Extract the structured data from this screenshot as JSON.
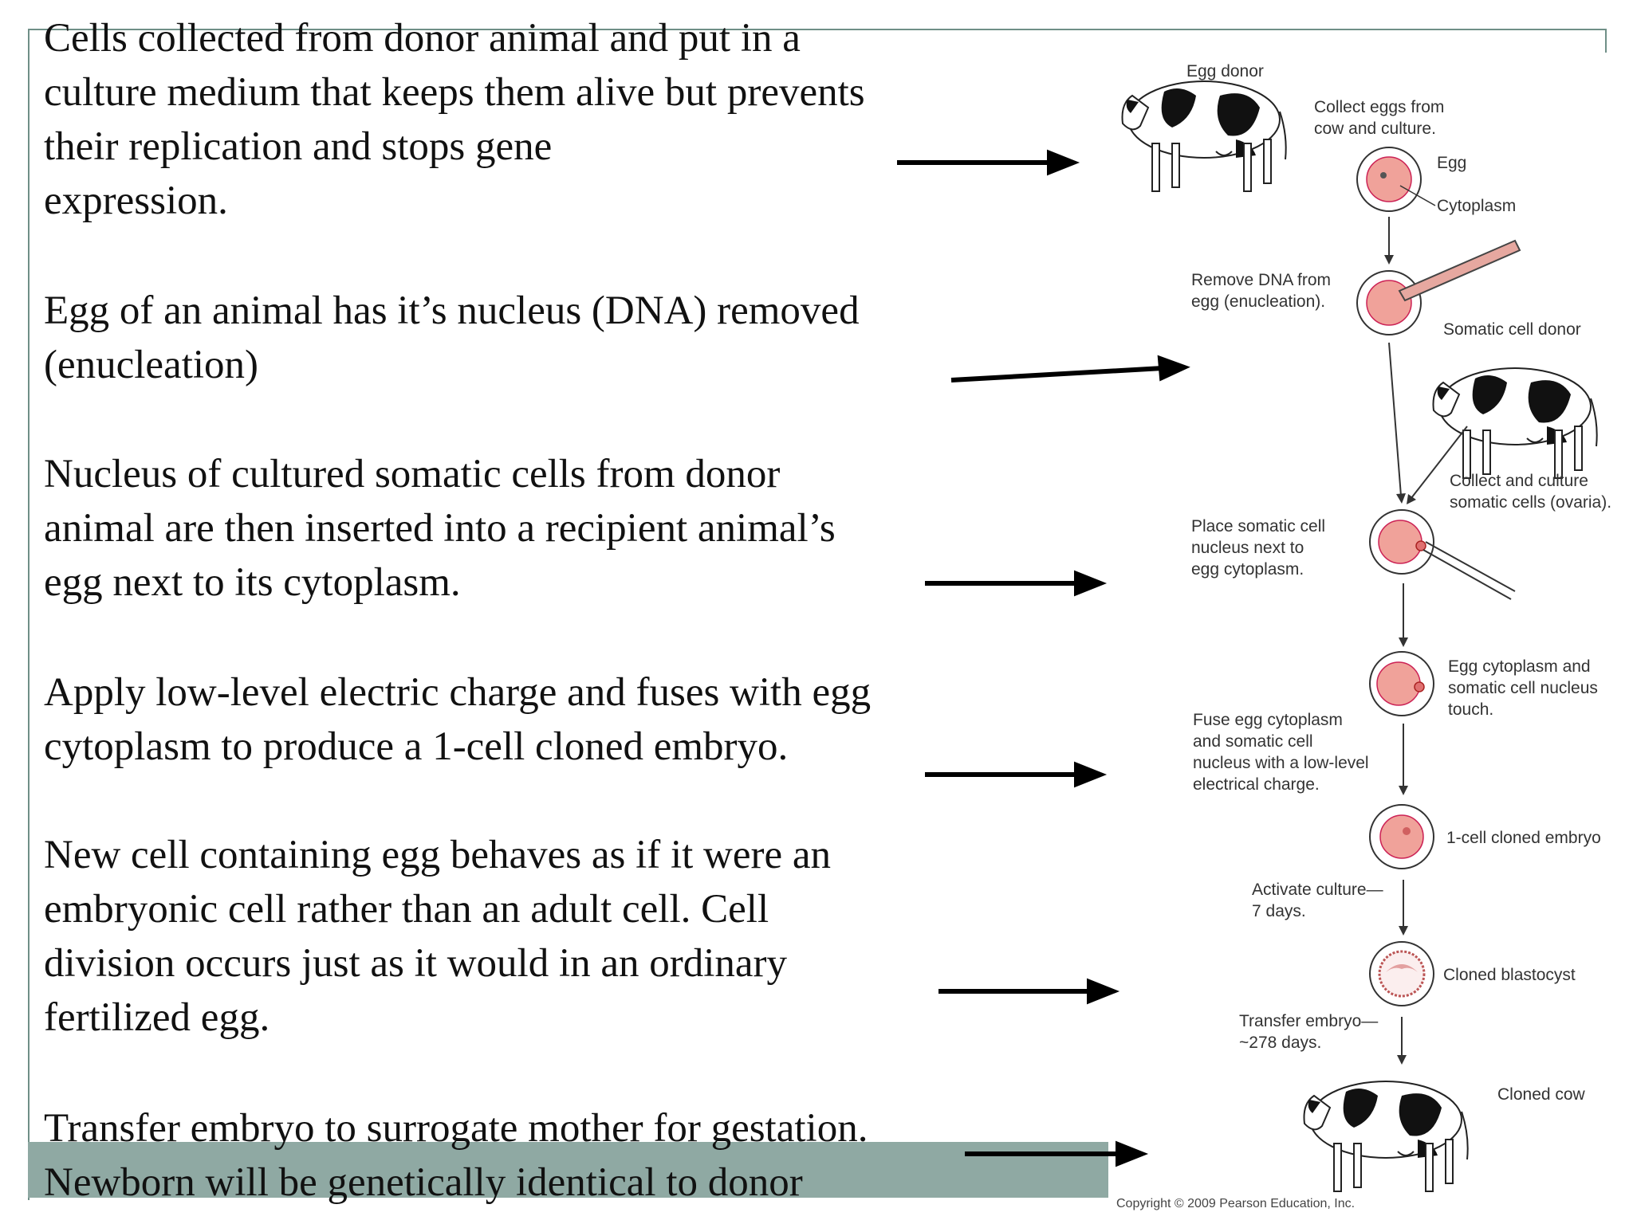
{
  "steps": [
    {
      "lines": [
        "Cells collected from donor animal and put in a",
        "culture medium that keeps them alive but prevents",
        "their replication and stops gene",
        "expression."
      ]
    },
    {
      "lines": [
        "Egg of an animal has it’s nucleus (DNA) removed",
        "(enucleation)"
      ]
    },
    {
      "lines": [
        "Nucleus of cultured somatic cells from donor",
        "animal are then inserted into a recipient animal’s",
        "egg next to its cytoplasm."
      ]
    },
    {
      "lines": [
        "Apply low-level electric charge and fuses with egg",
        "cytoplasm to produce a 1-cell cloned embryo."
      ]
    },
    {
      "lines": [
        "New cell containing egg behaves as if it were an",
        "embryonic cell rather than an adult cell. Cell",
        "division occurs just as it would in an ordinary",
        "fertilized egg."
      ]
    },
    {
      "lines": [
        "Transfer embryo to surrogate mother for gestation.",
        "Newborn will be genetically identical to donor"
      ]
    }
  ],
  "diagram": {
    "egg_donor": "Egg donor",
    "collect_eggs": [
      "Collect eggs from",
      "cow and culture."
    ],
    "egg": "Egg",
    "cytoplasm": "Cytoplasm",
    "remove_dna": [
      "Remove DNA from",
      "egg (enucleation)."
    ],
    "somatic_donor": "Somatic cell donor",
    "collect_somatic": [
      "Collect and culture",
      "somatic cells (ovaria)."
    ],
    "place_nucleus": [
      "Place somatic cell",
      "nucleus next to",
      "egg cytoplasm."
    ],
    "touch": [
      "Egg cytoplasm and",
      "somatic cell nucleus",
      "touch."
    ],
    "fuse": [
      "Fuse egg cytoplasm",
      "and somatic cell",
      "nucleus with a low-level",
      "electrical charge."
    ],
    "one_cell": "1-cell cloned embryo",
    "activate": [
      "Activate culture—",
      "7 days."
    ],
    "blastocyst": "Cloned blastocyst",
    "transfer": [
      "Transfer embryo—",
      "~278 days."
    ],
    "cloned_cow": "Cloned cow",
    "copyright": "Copyright © 2009 Pearson Education, Inc."
  }
}
